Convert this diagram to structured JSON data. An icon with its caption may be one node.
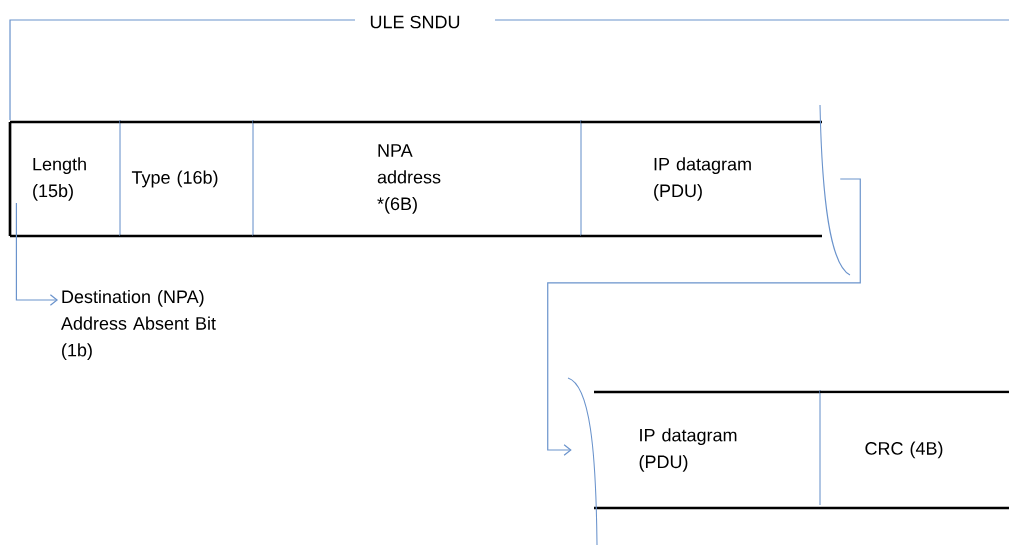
{
  "diagram": {
    "title": "ULE SNDU",
    "nodes": [
      {
        "text": [
          "Length (15b)"
        ]
      },
      {
        "text": [
          "Type (16b)"
        ]
      },
      {
        "text": [
          "NPA address *(6B)"
        ]
      },
      {
        "text": [
          "IP datagram (PDU)"
        ]
      },
      {
        "text": [
          "Destination (NPA) Address Absent Bit (1b)"
        ]
      },
      {
        "text": [
          "IP datagram (PDU)"
        ]
      },
      {
        "text": [
          "CRC (4B)"
        ]
      }
    ],
    "edges": [
      {
        "from": 0,
        "to": 4,
        "arrow": "to"
      },
      {
        "from": 3,
        "to": 5,
        "arrow": "to"
      }
    ]
  }
}
